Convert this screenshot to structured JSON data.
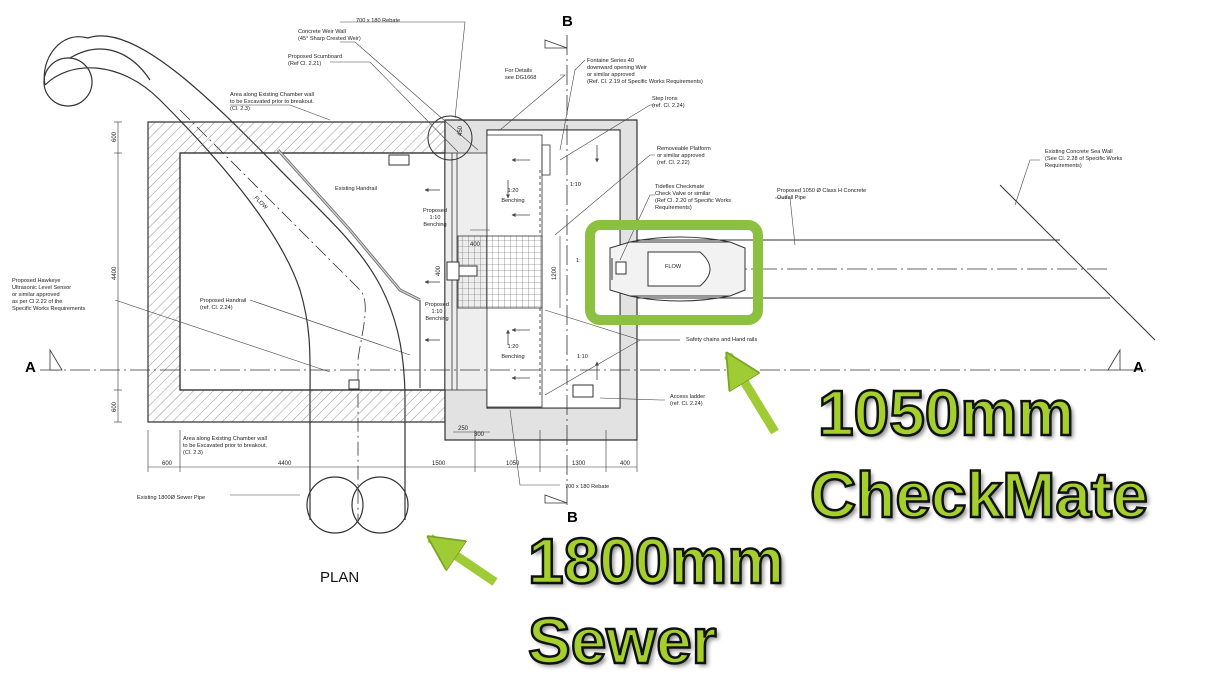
{
  "labels": {
    "section_b_top": "B",
    "section_b_bottom": "B",
    "section_a_left": "A",
    "section_a_right": "A",
    "plan": "PLAN",
    "flow_main": "FLOW",
    "flow_valve": "FLOW",
    "benching_top": [
      "1:20",
      "Benching"
    ],
    "benching_bottom": [
      "1:20",
      "Benching"
    ],
    "benching_mid_1": [
      "Proposed",
      "1:10",
      "Benching"
    ],
    "benching_mid_2": [
      "Proposed",
      "1:10",
      "Benching"
    ],
    "slope_1_10_top": "1:10",
    "slope_1_10_bottom": "1:10",
    "slope_1_partial": "1:"
  },
  "annotations": {
    "rebate_top": [
      "700 x 180 Rebate"
    ],
    "weir_wall": [
      "Concrete Weir Wall",
      "(45° Sharp Crested Weir)"
    ],
    "scumboard": [
      "Proposed Scumboard",
      "(Ref Cl. 2.21)"
    ],
    "for_details": [
      "For Details",
      "see DG1668"
    ],
    "fontaine_weir": [
      "Fontaine Series 40",
      "downward opening Weir",
      "or similar approved",
      "(Ref. Cl. 2.19 of Specific Works Requirements)"
    ],
    "step_irons": [
      "Step Irons",
      "(ref. Cl. 2.24)"
    ],
    "excavate_top": [
      "Area along Existing Chamber wall",
      "to be Excavated prior to breakout.",
      "(Cl. 2.3)"
    ],
    "removeable_platform": [
      "Removeable Platform",
      "or similar approved",
      "(ref. Cl. 2.22)"
    ],
    "tideflex": [
      "Tideflex Checkmate",
      "Check Valve or similar",
      "(Ref Cl. 2.20 of Specific Works",
      "Requirements)"
    ],
    "outfall_pipe": [
      "Proposed 1050 Ø Class H Concrete",
      "Outfall Pipe"
    ],
    "sea_wall": [
      "Existing Concrete Sea Wall",
      "(See Cl. 2.28 of Specific Works",
      "Requirements)"
    ],
    "existing_handrail": [
      "Existing Handrail"
    ],
    "level_sensor": [
      "Proposed Hawkeye",
      "Ultrasonic Level Sensor",
      "or similar approved",
      "as per Cl 2.22 of the",
      "Specific Works Requirements"
    ],
    "proposed_handrail": [
      "Proposed Handrail",
      "(ref. Cl. 2.24)"
    ],
    "safety_chains": [
      "Safety chains and Hand rails"
    ],
    "access_ladder": [
      "Access ladder",
      "(ref. Cl. 2.24)"
    ],
    "excavate_bottom": [
      "Area along Existing Chamber wall",
      "to be Excavated prior to breakout.",
      "(Cl. 2.3)"
    ],
    "rebate_bottom": [
      "700 x 180 Rebate"
    ],
    "sewer_pipe": [
      "Existing 1800Ø Sewer Pipe"
    ]
  },
  "dimensions": {
    "bottom": [
      "600",
      "4400",
      "1500",
      "1050",
      "1300",
      "400"
    ],
    "bottom_small": [
      "250",
      "300"
    ],
    "left": [
      "600",
      "4400",
      "600"
    ],
    "right_top": "450",
    "grid_1200": "1200",
    "grid_400a": "400",
    "grid_400b": "400"
  },
  "callouts": {
    "checkmate": [
      "1050mm",
      "CheckMate"
    ],
    "sewer": [
      "1800mm",
      "Sewer"
    ]
  },
  "colors": {
    "highlight": "#8cc13f",
    "callout_fill": "#a4cf2c",
    "callout_stroke": "#111111",
    "line": "#333333",
    "hatch": "#666666",
    "concrete": "#e2e2e2"
  }
}
